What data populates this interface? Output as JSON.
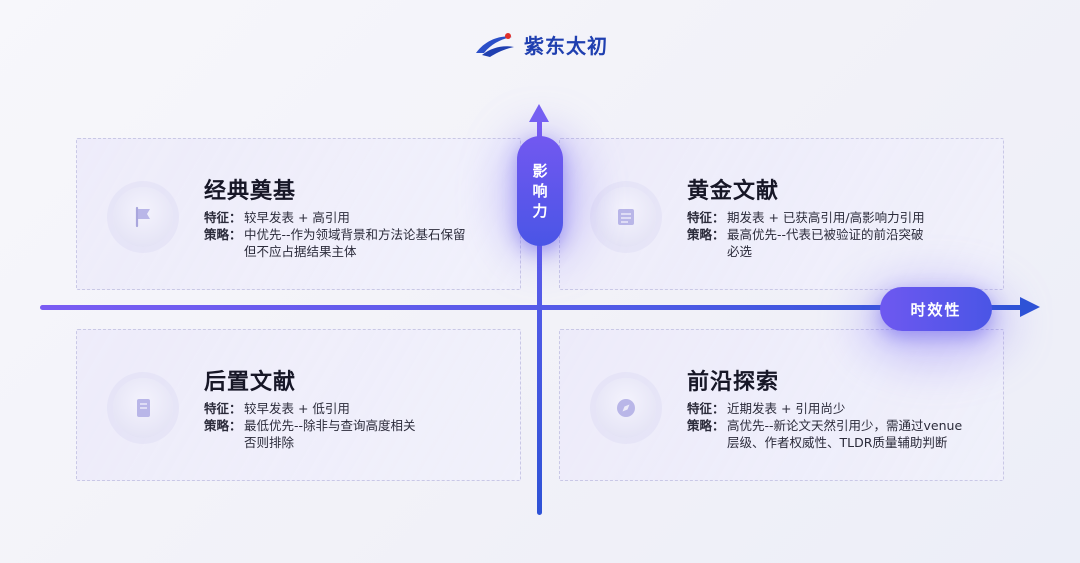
{
  "logo": {
    "text": "紫东太初"
  },
  "axes": {
    "vertical_label": "影响力",
    "vertical_chars": [
      "影",
      "响",
      "力"
    ],
    "horizontal_label": "时效性"
  },
  "quadrants": {
    "top_left": {
      "title": "经典奠基",
      "icon": "flag-icon",
      "feature_label": "特征：",
      "feature": "较早发表 + 高引用",
      "strategy_label": "策略：",
      "strategy": "中优先--作为领域背景和方法论基石保留\n但不应占据结果主体"
    },
    "top_right": {
      "title": "黄金文献",
      "icon": "book-icon",
      "feature_label": "特征：",
      "feature": "期发表 + 已获高引用/高影响力引用",
      "strategy_label": "策略：",
      "strategy": "最高优先--代表已被验证的前沿突破\n必选"
    },
    "bottom_left": {
      "title": "后置文献",
      "icon": "document-icon",
      "feature_label": "特征：",
      "feature": "较早发表 + 低引用",
      "strategy_label": "策略：",
      "strategy": "最低优先--除非与查询高度相关\n否则排除"
    },
    "bottom_right": {
      "title": "前沿探索",
      "icon": "compass-icon",
      "feature_label": "特征：",
      "feature": "近期发表 + 引用尚少",
      "strategy_label": "策略：",
      "strategy": "高优先--新论文天然引用少，需通过venue\n层级、作者权威性、TLDR质量辅助判断"
    }
  },
  "colors": {
    "accent": "#4a55e6",
    "accent_light": "#7258f0",
    "logo_blue": "#1f3fb0",
    "logo_red": "#e0302a"
  }
}
